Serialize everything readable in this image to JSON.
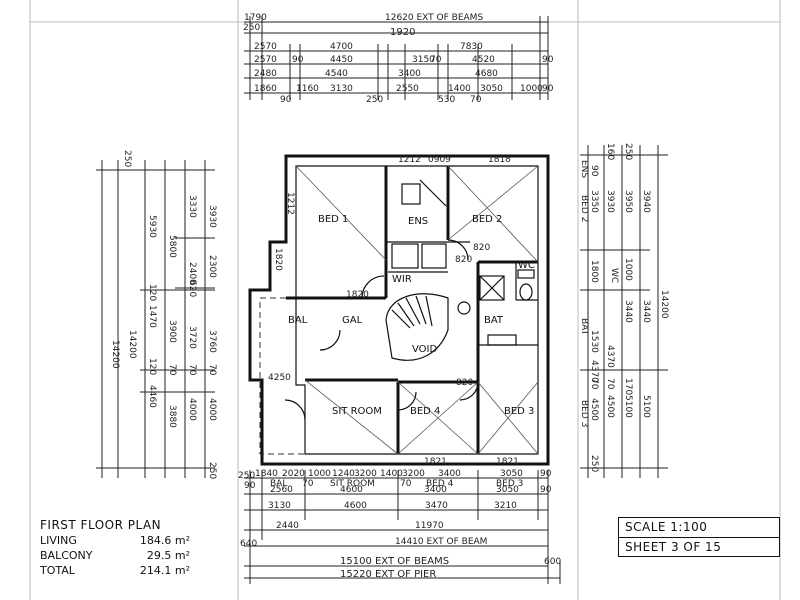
{
  "top_dimensions": {
    "row0": [
      "1790",
      "12620 EXT OF BEAMS"
    ],
    "row1": [
      "1920"
    ],
    "row2": [
      "2570",
      "4700",
      "7830"
    ],
    "row3": [
      "2570",
      "4450",
      "3150",
      "4520"
    ],
    "row4": [
      "2480",
      "4540",
      "3400",
      "4680"
    ],
    "row5": [
      "1860",
      "3130",
      "2550",
      "1400",
      "3050"
    ],
    "small": [
      "250",
      "90",
      "90",
      "70",
      "90",
      "1160",
      "250",
      "530",
      "70",
      "1000",
      "90"
    ]
  },
  "room_labels": {
    "bed1": "BED 1",
    "ens": "ENS",
    "bed2": "BED 2",
    "wir": "WIR",
    "wc": "WC",
    "bal": "BAL",
    "gal": "GAL",
    "bat": "BAT",
    "void": "VOID",
    "sit_room": "SIT ROOM",
    "bed4": "BED 4",
    "bed3": "BED 3"
  },
  "interior_dimensions": {
    "d1": "1212",
    "d2": "0909",
    "d3": "1818",
    "d4": "1212",
    "d5": "1820",
    "d6": "820",
    "d7": "820",
    "d8": "820",
    "d9": "4250",
    "d10": "1820",
    "d11": "1821",
    "d12": "1821"
  },
  "left_dimensions": {
    "outer": "14200",
    "second": "14200",
    "col_a": [
      "5930",
      "1470",
      "4460"
    ],
    "col_b": [
      "5800",
      "3900",
      "3880"
    ],
    "col_c": [
      "3330",
      "2400",
      "3720",
      "4000"
    ],
    "col_d": [
      "3930",
      "2300",
      "3760",
      "4000"
    ],
    "top_small": [
      "250"
    ],
    "bottom_small": [
      "250"
    ],
    "misc": [
      "120",
      "120",
      "70",
      "70",
      "70",
      "620"
    ]
  },
  "right_dimensions": {
    "outer": "14200",
    "col_a": [
      "3950",
      "5100"
    ],
    "col_b": [
      "3930",
      "3440",
      "5100"
    ],
    "col_c": [
      "3350",
      "1800",
      "4370",
      "4500"
    ],
    "col_d": [
      "3940",
      "3440",
      "1530",
      "4370",
      "4500"
    ],
    "labels": [
      "ENS",
      "BED 2",
      "WC",
      "BAT",
      "BED 3"
    ],
    "small": [
      "250",
      "160",
      "90",
      "1000",
      "250",
      "70",
      "70",
      "170"
    ]
  },
  "bottom_dimensions": {
    "row1": [
      "1840",
      "2020",
      "1000",
      "1240",
      "3200",
      "1400",
      "3200",
      "3400",
      "3050"
    ],
    "row2": [
      "2560",
      "4600",
      "3400",
      "3050"
    ],
    "row3": [
      "3130",
      "4600",
      "3470",
      "3210"
    ],
    "row4": [
      "2440",
      "11970"
    ],
    "row5": [
      "14410 EXT OF BEAM"
    ],
    "row6": [
      "15100 EXT OF BEAMS"
    ],
    "row7": [
      "15220 EXT OF PIER"
    ],
    "labels": [
      "BAL",
      "SIT ROOM",
      "BED 4",
      "BED 3"
    ],
    "small": [
      "250",
      "90",
      "90",
      "70",
      "70",
      "90",
      "640",
      "600"
    ]
  },
  "summary": {
    "title": "FIRST FLOOR PLAN",
    "living_label": "LIVING",
    "living_value": "184.6 m²",
    "balcony_label": "BALCONY",
    "balcony_value": "29.5 m²",
    "total_label": "TOTAL",
    "total_value": "214.1 m²"
  },
  "title_block": {
    "scale": "SCALE 1:100",
    "sheet": "SHEET 3 OF 15"
  }
}
